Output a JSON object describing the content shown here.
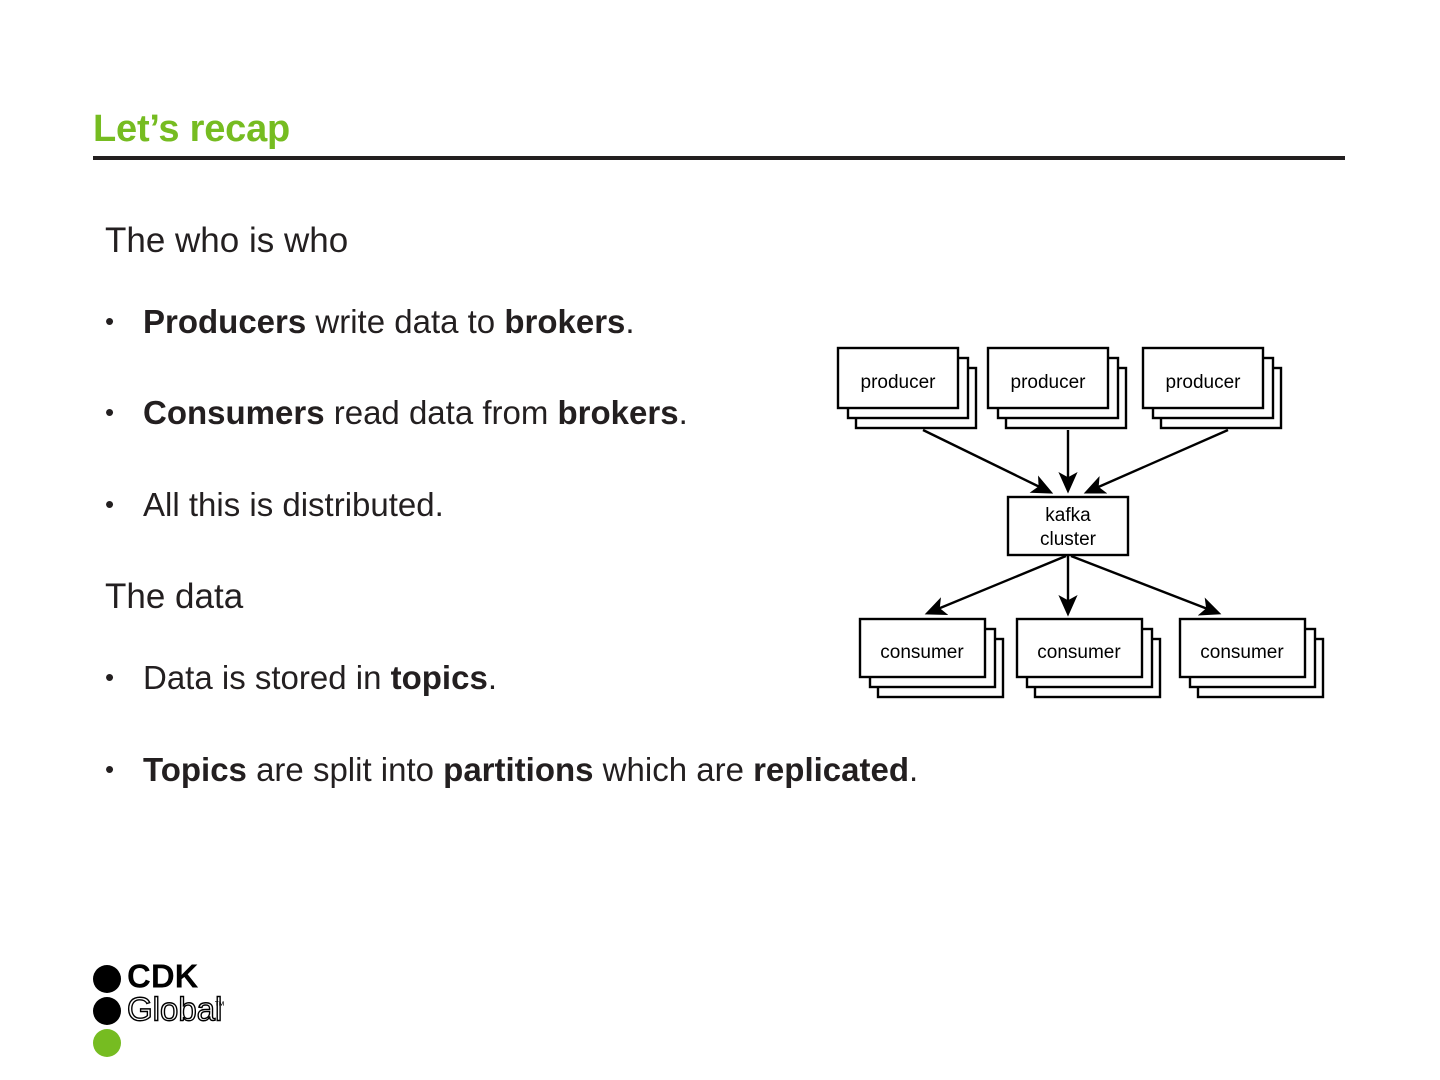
{
  "slide": {
    "title": "Let’s recap",
    "accent_color": "#76bc21",
    "text_color": "#231f20",
    "background": "#ffffff"
  },
  "content": {
    "section_one": {
      "heading": "The who is who",
      "bullets": [
        {
          "marker": "•",
          "parts": [
            {
              "text": "Producers",
              "bold": true
            },
            {
              "text": " write data to ",
              "bold": false
            },
            {
              "text": "brokers",
              "bold": true
            },
            {
              "text": ".",
              "bold": false
            }
          ]
        },
        {
          "marker": "•",
          "parts": [
            {
              "text": "Consumers",
              "bold": true
            },
            {
              "text": " read data from ",
              "bold": false
            },
            {
              "text": "brokers",
              "bold": true
            },
            {
              "text": ".",
              "bold": false
            }
          ]
        },
        {
          "marker": "•",
          "parts": [
            {
              "text": "All this is distributed.",
              "bold": false
            }
          ]
        }
      ]
    },
    "section_two": {
      "heading": "The data",
      "bullets": [
        {
          "marker": "•",
          "parts": [
            {
              "text": "Data is stored in ",
              "bold": false
            },
            {
              "text": "topics",
              "bold": true
            },
            {
              "text": ".",
              "bold": false
            }
          ]
        },
        {
          "marker": "•",
          "parts": [
            {
              "text": "Topics",
              "bold": true
            },
            {
              "text": " are split into ",
              "bold": false
            },
            {
              "text": "partitions",
              "bold": true
            },
            {
              "text": " which are ",
              "bold": false
            },
            {
              "text": "replicated",
              "bold": true
            },
            {
              "text": ".",
              "bold": false
            }
          ]
        }
      ]
    }
  },
  "diagram": {
    "name": "kafka-architecture-diagram",
    "producers": [
      "producer",
      "producer",
      "producer"
    ],
    "cluster": {
      "line1": "kafka",
      "line2": "cluster"
    },
    "consumers": [
      "consumer",
      "consumer",
      "consumer"
    ],
    "edges": [
      {
        "from": "producer-1",
        "to": "kafka-cluster"
      },
      {
        "from": "producer-2",
        "to": "kafka-cluster"
      },
      {
        "from": "producer-3",
        "to": "kafka-cluster"
      },
      {
        "from": "kafka-cluster",
        "to": "consumer-1"
      },
      {
        "from": "kafka-cluster",
        "to": "consumer-2"
      },
      {
        "from": "kafka-cluster",
        "to": "consumer-3"
      }
    ],
    "stroke_color": "#000000",
    "fill_color": "#ffffff"
  },
  "logo": {
    "line1": "CDK",
    "line2": "Global",
    "trademark": "™",
    "dot_colors": [
      "#000000",
      "#000000",
      "#76bc21"
    ]
  }
}
